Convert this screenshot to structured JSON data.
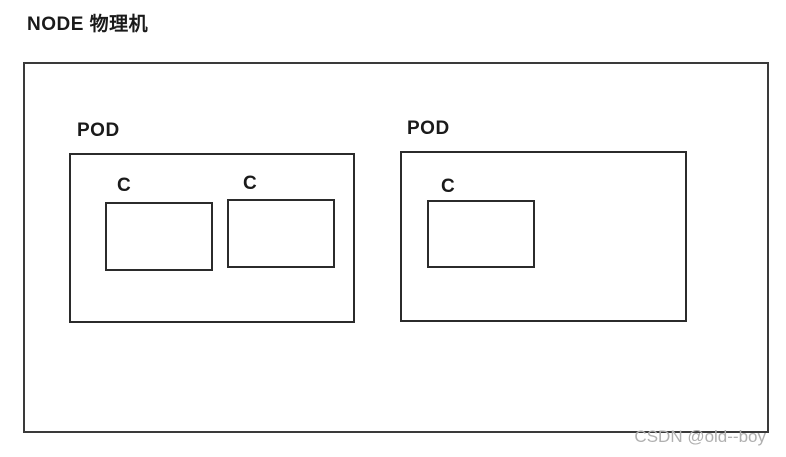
{
  "node": {
    "title": "NODE 物理机"
  },
  "pods": [
    {
      "label": "POD",
      "containers": [
        {
          "label": "C"
        },
        {
          "label": "C"
        }
      ]
    },
    {
      "label": "POD",
      "containers": [
        {
          "label": "C"
        }
      ]
    }
  ],
  "watermark": {
    "text": "CSDN @old--boy"
  },
  "colors": {
    "background": "#ffffff",
    "text": "#1a1a1a",
    "node_border": "#3a3a3a",
    "inner_border": "#2b2b2b",
    "watermark": "#b0b0b0"
  }
}
